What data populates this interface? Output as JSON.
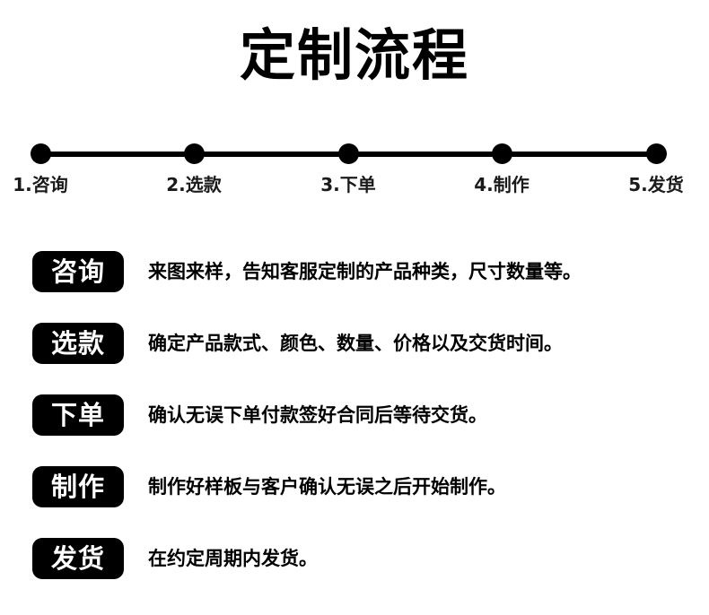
{
  "page": {
    "title": "定制流程",
    "background_color": "#ffffff",
    "accent_color": "#000000",
    "badge_text_color": "#ffffff"
  },
  "timeline": {
    "steps": [
      {
        "label": "1.咨询"
      },
      {
        "label": "2.选款"
      },
      {
        "label": "3.下单"
      },
      {
        "label": "4.制作"
      },
      {
        "label": "5.发货"
      }
    ]
  },
  "steps": [
    {
      "badge": "咨询",
      "desc": "来图来样，告知客服定制的产品种类，尺寸数量等。"
    },
    {
      "badge": "选款",
      "desc": "确定产品款式、颜色、数量、价格以及交货时间。"
    },
    {
      "badge": "下单",
      "desc": "确认无误下单付款签好合同后等待交货。"
    },
    {
      "badge": "制作",
      "desc": "制作好样板与客户确认无误之后开始制作。"
    },
    {
      "badge": "发货",
      "desc": "在约定周期内发货。"
    }
  ]
}
